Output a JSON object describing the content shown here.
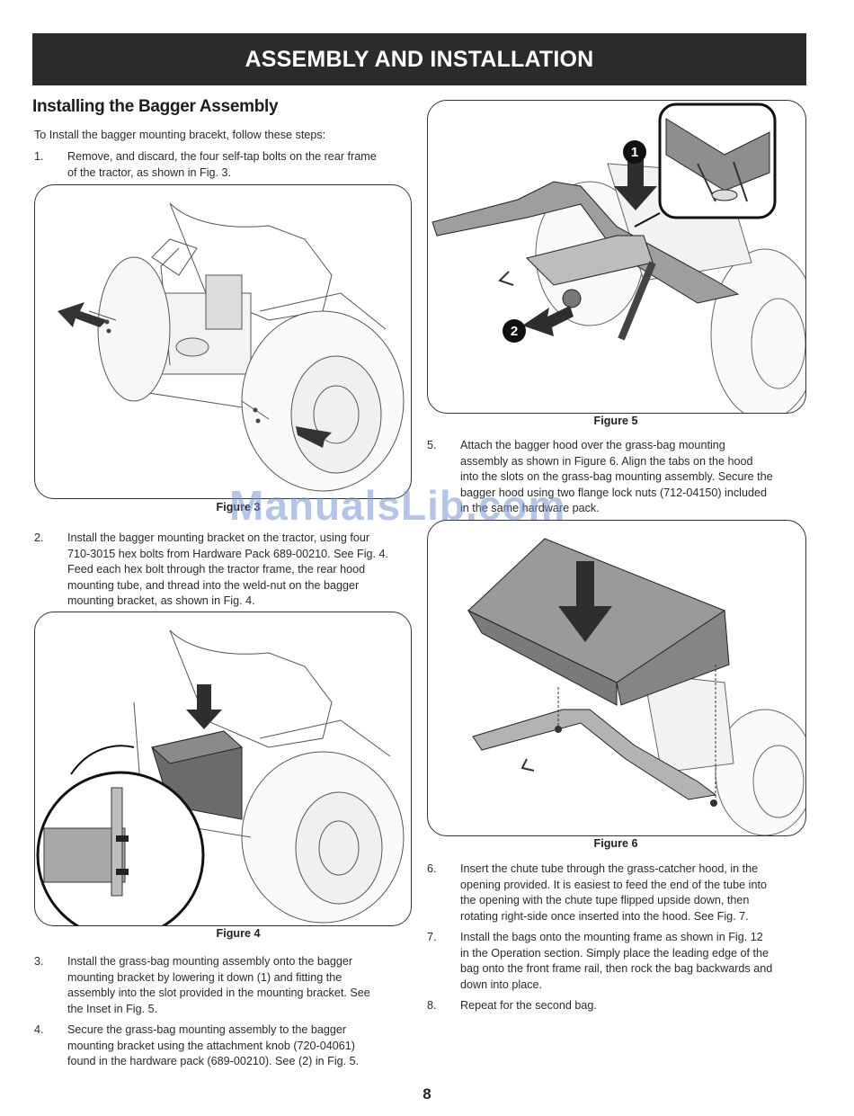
{
  "header": {
    "banner": "ASSEMBLY AND INSTALLATION"
  },
  "section": {
    "title": "Installing the Bagger Assembly",
    "intro": "To Install the bagger mounting bracekt, follow these steps:"
  },
  "steps": [
    {
      "num": "1.",
      "lines": [
        "Remove, and discard, the four self-tap bolts on the rear frame",
        "of the tractor, as shown in Fig. 3."
      ]
    },
    {
      "num": "2.",
      "lines": [
        "Install the bagger mounting bracket on the tractor, using four",
        "710-3015 hex bolts from Hardware Pack 689-00210. See Fig. 4.",
        "Feed each hex bolt through the tractor frame, the rear hood",
        "mounting tube, and thread into the weld-nut on the bagger",
        "mounting bracket, as shown in Fig. 4."
      ]
    },
    {
      "num": "3.",
      "lines": [
        "Install the grass-bag mounting assembly onto the bagger",
        "mounting bracket by lowering it down (1) and fitting the",
        "assembly into the slot provided in the mounting bracket. See",
        "the Inset in Fig. 5."
      ]
    },
    {
      "num": "4.",
      "lines": [
        "Secure the grass-bag mounting assembly to the bagger",
        "mounting bracket using the attachment knob (720-04061)",
        "found in the hardware pack (689-00210). See (2) in Fig. 5."
      ]
    },
    {
      "num": "5.",
      "lines": [
        "Attach the bagger hood over the grass-bag mounting",
        "assembly as shown in Figure 6. Align the tabs on the hood",
        "into the slots on the grass-bag mounting assembly. Secure the",
        "bagger hood using two flange lock nuts (712-04150) included",
        "in the same hardware pack."
      ]
    },
    {
      "num": "6.",
      "lines": [
        "Insert the chute tube through the grass-catcher hood, in the",
        "opening provided. It is easiest to feed the end of the tube into",
        "the opening with the chute tupe flipped upside down, then",
        "rotating right-side once inserted into the hood. See Fig. 7."
      ]
    },
    {
      "num": "7.",
      "lines": [
        "Install the bags onto the mounting frame as shown in Fig. 12",
        "in the Operation section. Simply  place the leading edge of the",
        "bag onto the front frame rail, then rock the bag backwards and",
        "down into place."
      ]
    },
    {
      "num": "8.",
      "lines": [
        "Repeat for the second bag."
      ]
    }
  ],
  "figures": {
    "fig3": "Figure 3",
    "fig4": "Figure 4",
    "fig5": "Figure 5",
    "fig6": "Figure 6",
    "callout1": "1",
    "callout2": "2"
  },
  "watermark": "ManualsLib.com",
  "page_number": "8"
}
